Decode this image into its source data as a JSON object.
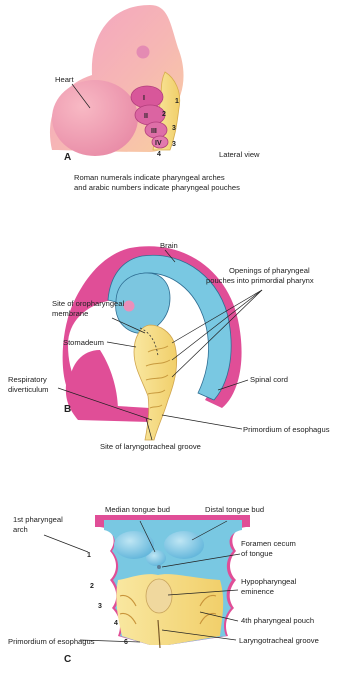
{
  "panel_a": {
    "letter": "A",
    "heart_label": "Heart",
    "view_label": "Lateral view",
    "caption_line1": "Roman numerals indicate pharyngeal arches",
    "caption_line2": "and arabic numbers indicate pharyngeal pouches",
    "arches": [
      "I",
      "II",
      "III",
      "IV"
    ],
    "pouches": [
      "1",
      "2",
      "3",
      "3",
      "4"
    ]
  },
  "panel_b": {
    "letter": "B",
    "brain": "Brain",
    "oro_line1": "Site of oropharyngeal",
    "oro_line2": "membrane",
    "openings_line1": "Openings of pharyngeal",
    "openings_line2": "pouches into primordial pharynx",
    "stomadeum": "Stomadeum",
    "resp_line1": "Respiratory",
    "resp_line2": "diverticulum",
    "spinal_cord": "Spinal cord",
    "primordium_esophagus": "Primordium of esophagus",
    "laryngotracheal_site": "Site of laryngotracheal groove"
  },
  "panel_c": {
    "letter": "C",
    "median_tongue_bud": "Median tongue bud",
    "distal_tongue_bud": "Distal tongue bud",
    "first_arch_line1": "1st pharyngeal",
    "first_arch_line2": "arch",
    "foramen_line1": "Foramen cecum",
    "foramen_line2": "of tongue",
    "hypo_line1": "Hypopharyngeal",
    "hypo_line2": "eminence",
    "fourth_pouch": "4th pharyngeal pouch",
    "laryngotracheal_groove": "Laryngotracheal groove",
    "primordium_esophagus": "Primordium of esophagus",
    "arch_numbers": [
      "1",
      "2",
      "3",
      "4",
      "6"
    ]
  },
  "colors": {
    "pink": "#e2509a",
    "pink_light": "#f4a6be",
    "peach": "#f7c9a4",
    "blue": "#79c8e2",
    "blue_dark": "#4aa5cf",
    "yellow": "#f8e18c",
    "yellow_dark": "#e4b84a",
    "magenta": "#cd3d8a"
  }
}
